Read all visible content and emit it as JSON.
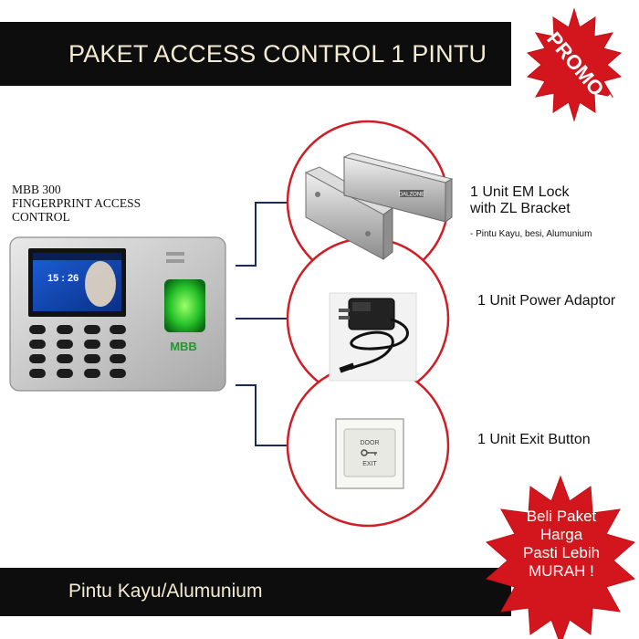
{
  "header": {
    "title": "PAKET ACCESS CONTROL 1 PINTU"
  },
  "promo_badge": {
    "label": "PROMO !"
  },
  "device": {
    "model_lines": [
      "MBB 300",
      "FINGERPRINT ACCESS",
      "CONTROL"
    ],
    "brand": "MBB",
    "screen_time": "15 : 26"
  },
  "items": [
    {
      "label_lines": [
        "1 Unit EM Lock",
        "with ZL Bracket"
      ],
      "note": "- Pintu Kayu, besi, Alumunium",
      "brand_on_lock": "DALZONE"
    },
    {
      "label_lines": [
        "1 Unit Power Adaptor"
      ]
    },
    {
      "label_lines": [
        "1 Unit Exit Button"
      ],
      "button_text": [
        "DOOR",
        "EXIT"
      ]
    }
  ],
  "footer": {
    "text": "Pintu Kayu/Alumunium"
  },
  "offer_badge": {
    "lines": [
      "Beli Paket",
      "Harga",
      "Pasti Lebih",
      "MURAH !"
    ]
  },
  "colors": {
    "accent_red": "#d3161d",
    "bar": "#0d0d0d",
    "bar_text": "#f3ecd2",
    "connector": "#1a2a5a"
  }
}
